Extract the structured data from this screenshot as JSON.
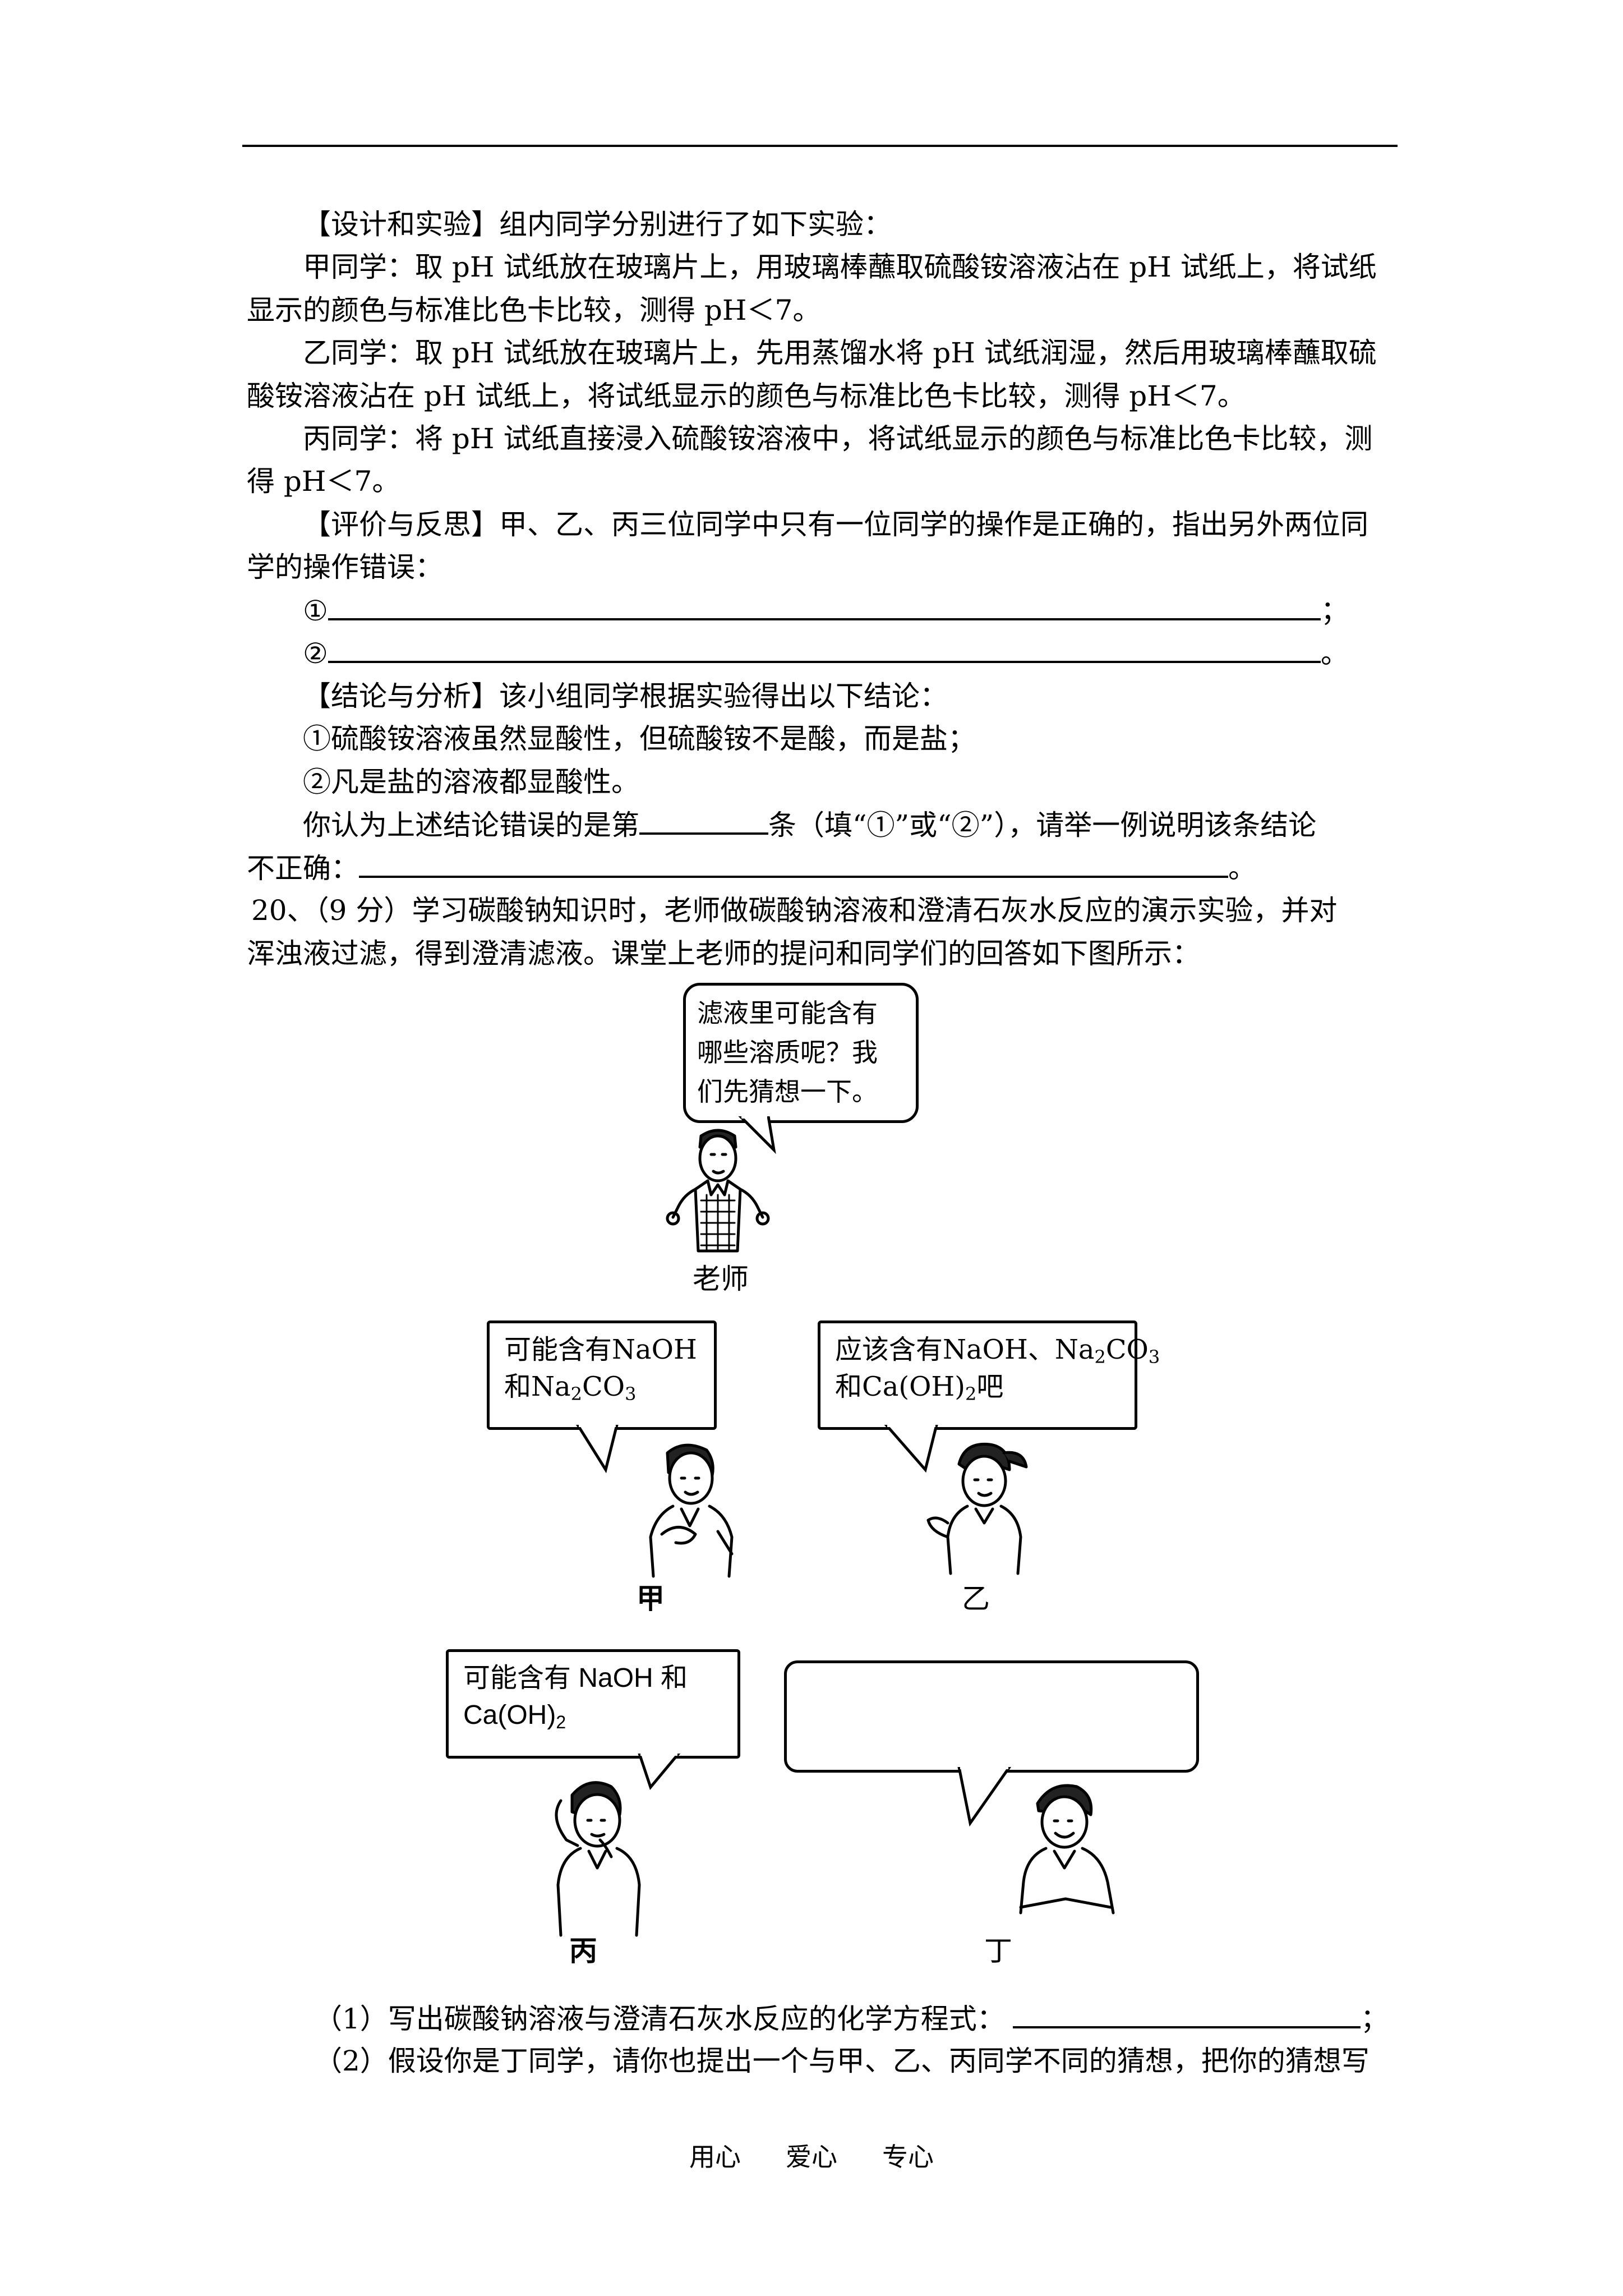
{
  "lines": [
    "【设计和实验】组内同学分别进行了如下实验：",
    "甲同学：取 pH 试纸放在玻璃片上，用玻璃棒蘸取硫酸铵溶液沾在 pH 试纸上，将试纸",
    "显示的颜色与标准比色卡比较，测得 pH＜7。",
    "乙同学：取 pH 试纸放在玻璃片上，先用蒸馏水将 pH 试纸润湿，然后用玻璃棒蘸取硫",
    "酸铵溶液沾在 pH 试纸上，将试纸显示的颜色与标准比色卡比较，测得 pH＜7。",
    "丙同学：将 pH 试纸直接浸入硫酸铵溶液中，将试纸显示的颜色与标准比色卡比较，测",
    "得 pH＜7。",
    "【评价与反思】甲、乙、丙三位同学中只有一位同学的操作是正确的，指出另外两位同",
    "学的操作错误：",
    "①",
    "；",
    "②",
    "。",
    "【结论与分析】该小组同学根据实验得出以下结论：",
    "①硫酸铵溶液虽然显酸性，但硫酸铵不是酸，而是盐；",
    "②凡是盐的溶液都显酸性。",
    "你认为上述结论错误的是第",
    "条（填“①”或“②”），请举一例说明该条结论",
    "不正确：",
    "。",
    "20、（9 分）学习碳酸钠知识时，老师做碳酸钠溶液和澄清石灰水反应的演示实验，并对",
    "浑浊液过滤，得到澄清滤液。课堂上老师的提问和同学们的回答如下图所示：",
    "（1）写出碳酸钠溶液与澄清石灰水反应的化学方程式：",
    "；",
    "（2）假设你是丁同学，请你也提出一个与甲、乙、丙同学不同的猜想，把你的猜想写"
  ],
  "cartoon": {
    "teacher_bubble": [
      "滤液里可能含有",
      "哪些溶质呢？我",
      "们先猜想一下。"
    ],
    "teacher_label": "老师",
    "jia_bubble": [
      "可能含有NaOH",
      "和Na",
      "2",
      "CO",
      "3"
    ],
    "jia_label": "甲",
    "yi_bubble": [
      "应该含有NaOH、Na",
      "2",
      "CO",
      "3",
      "和Ca(OH)",
      "2",
      "吧"
    ],
    "yi_label": "乙",
    "bing_bubble": [
      "可能含有 NaOH 和",
      "Ca(OH)",
      "2"
    ],
    "bing_label": "丙",
    "ding_label": "丁"
  },
  "footer": [
    "用心",
    "爱心",
    "专心"
  ]
}
